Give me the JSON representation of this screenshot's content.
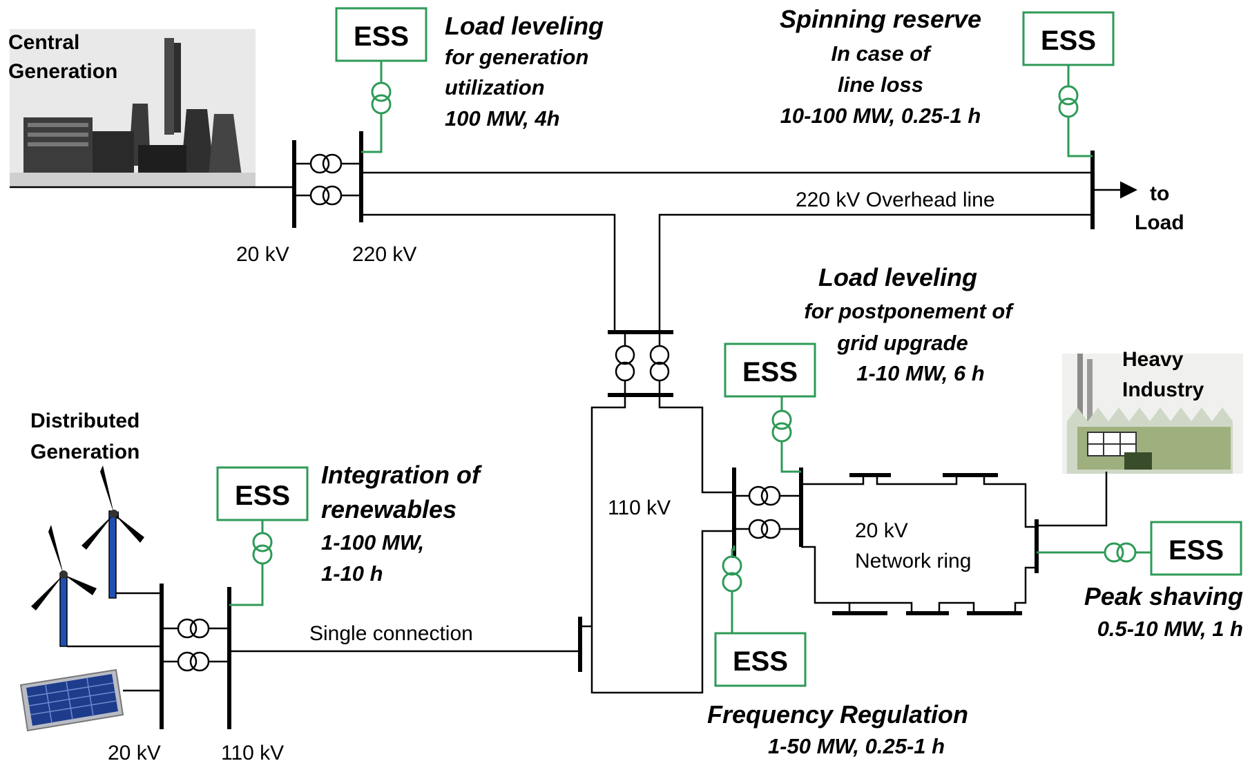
{
  "colors": {
    "line": "#000000",
    "ess": "#2d9a57",
    "wind_tower": "#1f4fb0",
    "panel": "#1e3c8c"
  },
  "icons": {
    "central": "power-plant-icon",
    "industry": "factory-icon",
    "wind": "wind-turbine-icon",
    "solar": "solar-panel-icon",
    "transformer": "transformer-symbol-icon"
  },
  "sources": {
    "central_line1": "Central",
    "central_line2": "Generation",
    "distributed_line1": "Distributed",
    "distributed_line2": "Generation",
    "industry_line1": "Heavy",
    "industry_line2": "Industry",
    "load_line1": "to",
    "load_line2": "Load"
  },
  "voltages": {
    "gen_20": "20 kV",
    "gen_220": "220 kV",
    "overhead": "220 kV Overhead line",
    "sub_110": "110 kV",
    "ring_line1": "20 kV",
    "ring_line2": "Network ring",
    "dg_20": "20 kV",
    "dg_110": "110 kV",
    "single": "Single connection"
  },
  "ess_label": "ESS",
  "applications": {
    "load_leveling_gen": {
      "title": "Load leveling",
      "lines": [
        "for generation",
        "utilization",
        "100 MW, 4h"
      ]
    },
    "spinning_reserve": {
      "title": "Spinning reserve",
      "lines": [
        "In case of",
        "line loss",
        "10-100 MW, 0.25-1 h"
      ]
    },
    "load_leveling_grid": {
      "title": "Load leveling",
      "lines": [
        "for postponement of",
        "grid upgrade",
        "1-10 MW, 6 h"
      ]
    },
    "renewables": {
      "title_line1": "Integration of",
      "title_line2": "renewables",
      "lines": [
        "1-100 MW,",
        "1-10 h"
      ]
    },
    "peak_shaving": {
      "title": "Peak shaving",
      "lines": [
        "0.5-10 MW, 1 h"
      ]
    },
    "frequency": {
      "title": "Frequency Regulation",
      "lines": [
        "1-50 MW, 0.25-1 h"
      ]
    }
  }
}
